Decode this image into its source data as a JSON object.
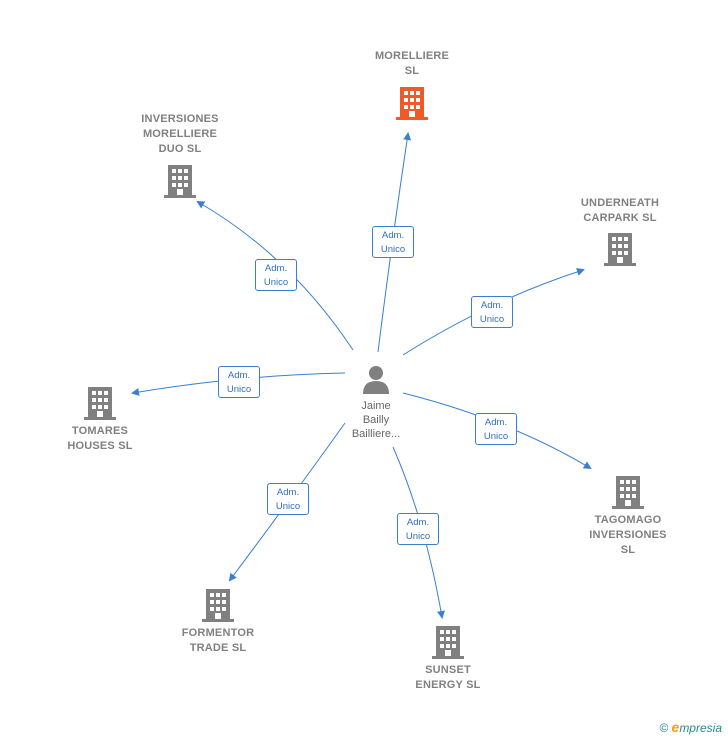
{
  "center": {
    "name": "Jaime\nBailly\nBailliere..."
  },
  "relation_label": [
    "Adm.",
    "Unico"
  ],
  "colors": {
    "highlight": "#f05a28",
    "company": "#808080",
    "edge": "#3a7fd0"
  },
  "companies": [
    {
      "id": "morelliere",
      "name": "MORELLIERE\nSL",
      "highlight": true
    },
    {
      "id": "inversiones-morelliere",
      "name": "INVERSIONES\nMORELLIERE\nDUO  SL"
    },
    {
      "id": "underneath",
      "name": "UNDERNEATH\nCARPARK  SL"
    },
    {
      "id": "tomares",
      "name": "TOMARES\nHOUSES  SL"
    },
    {
      "id": "tagomago",
      "name": "TAGOMAGO\nINVERSIONES\nSL"
    },
    {
      "id": "formentor",
      "name": "FORMENTOR\nTRADE  SL"
    },
    {
      "id": "sunset",
      "name": "SUNSET\nENERGY  SL"
    }
  ],
  "footer": {
    "copyright": "©",
    "brand_initial": "e",
    "brand_rest": "mpresia"
  }
}
